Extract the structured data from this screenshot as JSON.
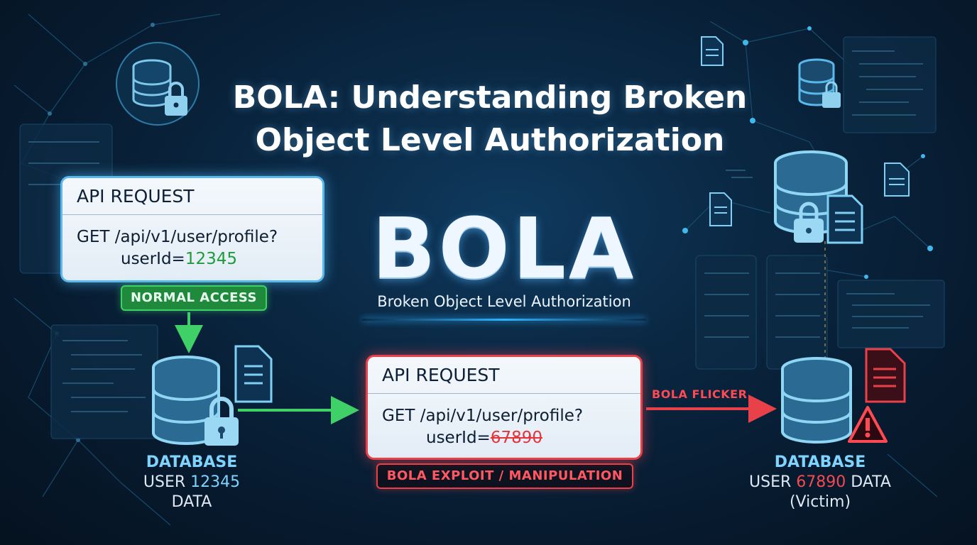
{
  "title": {
    "line1": "BOLA: Understanding Broken",
    "line2": "Object Level Authorization"
  },
  "logo": {
    "acronym": "BOLA",
    "subtitle": "Broken Object Level Authorization"
  },
  "normal_request": {
    "header": "API REQUEST",
    "method_path": "GET /api/v1/user/profile?",
    "param_key": "userId=",
    "param_value": "12345",
    "tag": "NORMAL ACCESS",
    "accent": "#1f9b3a"
  },
  "exploit_request": {
    "header": "API REQUEST",
    "method_path": "GET /api/v1/user/profile?",
    "param_key": "userId=",
    "param_value": "67890",
    "tag": "BOLA EXPLOIT / MANIPULATION",
    "flicker_label": "BOLA FLICKER",
    "accent": "#e8414a"
  },
  "database_own": {
    "label": "DATABASE",
    "user_prefix": "USER ",
    "user_id": "12345",
    "suffix": "DATA",
    "icons": [
      "database-icon",
      "document-icon",
      "lock-icon"
    ]
  },
  "database_victim": {
    "label": "DATABASE",
    "user_prefix": "USER ",
    "user_id": "67890",
    "user_suffix": " DATA",
    "victim": "(Victim)",
    "icons": [
      "database-icon",
      "document-icon",
      "warning-icon"
    ]
  },
  "colors": {
    "background": "#0a2742",
    "normal": "#3fd067",
    "exploit": "#e8414a",
    "glow": "#2fb2ff"
  }
}
